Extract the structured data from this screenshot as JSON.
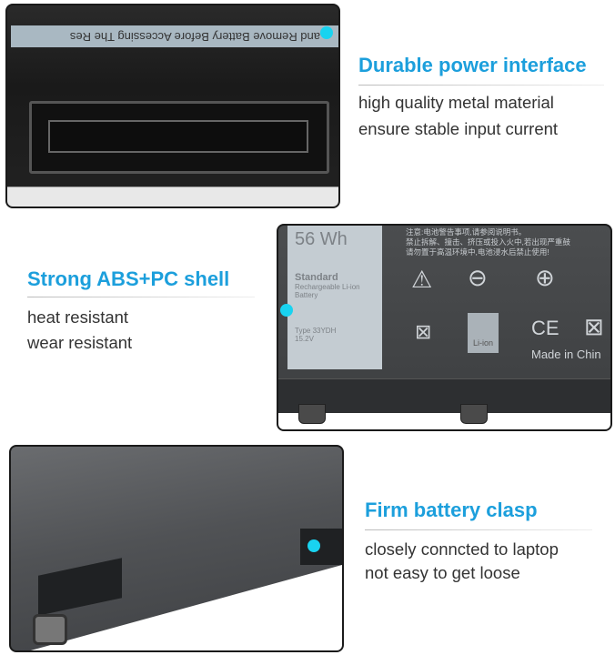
{
  "features": [
    {
      "title": "Durable power interface",
      "lines": [
        "high quality metal material",
        "ensure stable input current"
      ]
    },
    {
      "title": "Strong ABS+PC shell",
      "lines": [
        "heat resistant",
        "wear resistant"
      ]
    },
    {
      "title": "Firm battery clasp",
      "lines": [
        "closely conncted to laptop",
        "not easy to get loose"
      ]
    }
  ],
  "photo_text": {
    "strip": "and Remove Battery Before Accessing The Res",
    "capacity": "56 Wh",
    "standard": "Standard",
    "rechargeable": "Rechargeable Li-ion Battery",
    "type": "Type 33YDH",
    "voltage": "15.2V",
    "chinese": [
      "注意:电池警告事项,请参阅说明书。",
      "禁止拆解、撞击、挤压或投入火中,若出现严重鼓",
      "请勿置于高温环境中,电池浸水后禁止使用!"
    ],
    "liion": "Li-ion",
    "ce": "CE",
    "made": "Made in Chin"
  },
  "colors": {
    "accent": "#1c9fdc",
    "dot": "#19d3f0"
  }
}
